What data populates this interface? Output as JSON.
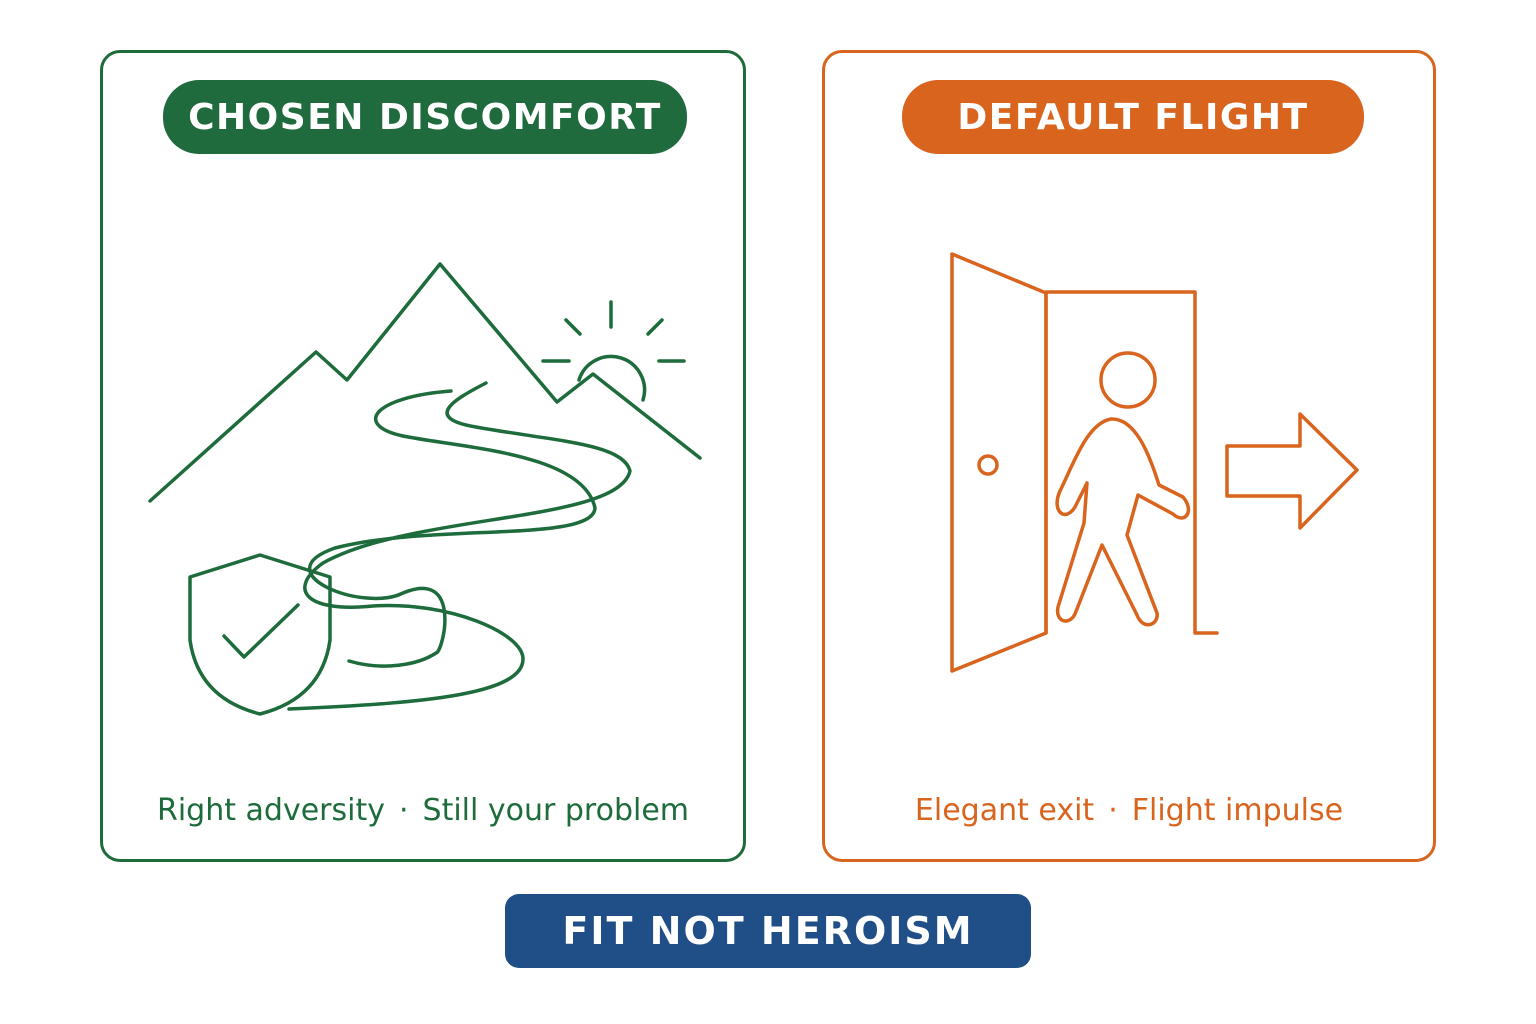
{
  "left_card": {
    "badge": "CHOSEN DISCOMFORT",
    "caption_a": "Right adversity",
    "caption_sep": "·",
    "caption_b": "Still your problem",
    "color": "#1e6b3c",
    "icons": [
      "mountain-icon",
      "sun-icon",
      "winding-path-icon",
      "shield-check-icon"
    ]
  },
  "right_card": {
    "badge": "DEFAULT FLIGHT",
    "caption_a": "Elegant exit",
    "caption_sep": "·",
    "caption_b": "Flight impulse",
    "color": "#d8641e",
    "icons": [
      "open-door-icon",
      "walking-person-icon",
      "arrow-right-icon"
    ]
  },
  "footer": {
    "label": "FIT NOT HEROISM",
    "color": "#1f4f86"
  }
}
